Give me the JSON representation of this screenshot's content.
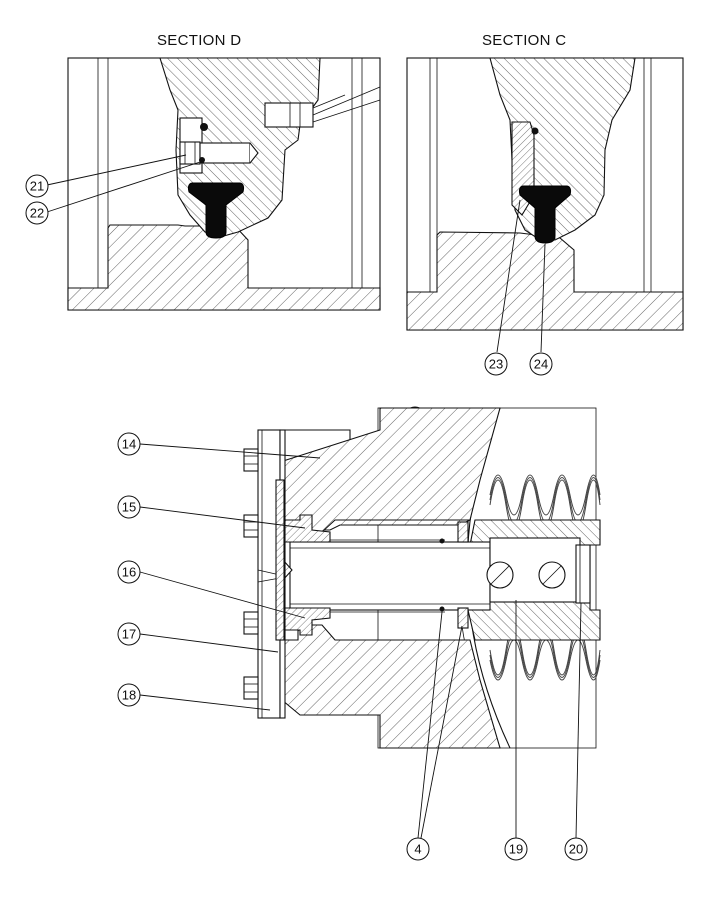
{
  "sections": {
    "d": {
      "title": "SECTION D"
    },
    "c": {
      "title": "SECTION C"
    }
  },
  "callouts": {
    "c21": "21",
    "c22": "22",
    "c23": "23",
    "c24": "24",
    "c14": "14",
    "c15": "15",
    "c16": "16",
    "c17": "17",
    "c18": "18",
    "c4": "4",
    "c19": "19",
    "c20": "20"
  }
}
